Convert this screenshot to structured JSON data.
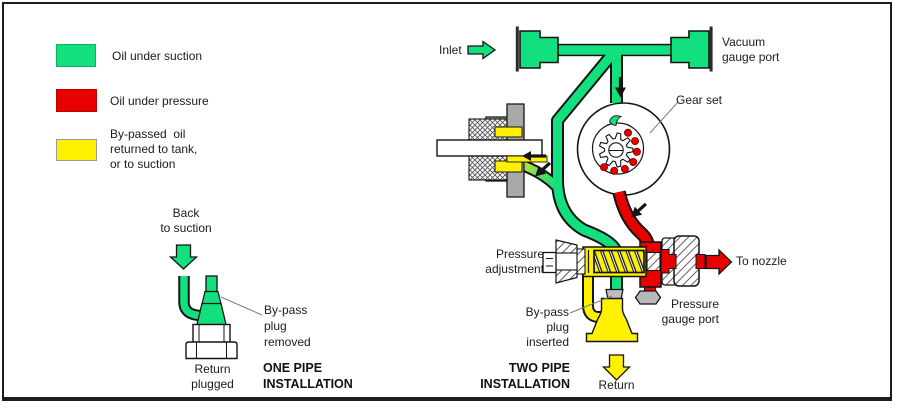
{
  "legend": {
    "items": [
      {
        "label": "Oil under suction",
        "color": "#12DF7D"
      },
      {
        "label": "Oil under pressure",
        "color": "#E80000"
      },
      {
        "label": "By-passed  oil\nreturned to tank,\nor to suction",
        "color": "#FFF100"
      }
    ]
  },
  "two_pipe": {
    "inlet": "Inlet",
    "vacuum_gauge_port": "Vacuum\ngauge port",
    "gear_set": "Gear set",
    "pressure_adjustment": "Pressure\nadjustment",
    "to_nozzle": "To nozzle",
    "bypass_plug": "By-pass\nplug\ninserted",
    "pressure_gauge_port": "Pressure\ngauge port",
    "return_label": "Return",
    "title": "TWO PIPE\nINSTALLATION"
  },
  "one_pipe": {
    "back_to_suction": "Back\nto suction",
    "bypass_plug": "By-pass\nplug\nremoved",
    "return_plugged": "Return\nplugged",
    "title": "ONE PIPE\nINSTALLATION"
  },
  "colors": {
    "oil_under_suction": "#12DF7D",
    "oil_under_pressure": "#E80000",
    "bypassed_oil": "#FFF100",
    "housing_gray": "#A9A9A9"
  }
}
